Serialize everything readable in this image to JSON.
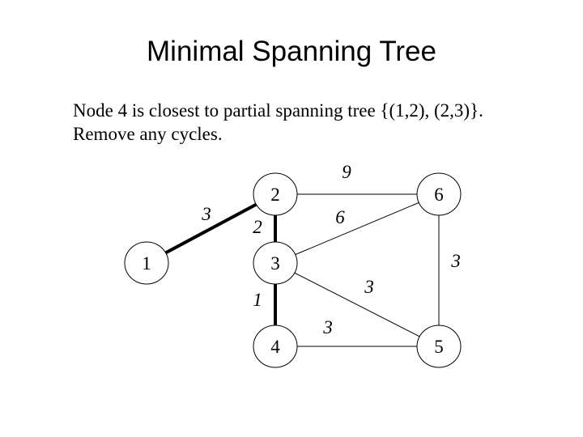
{
  "title": "Minimal Spanning Tree",
  "text": {
    "line1": "Node 4 is closest to partial spanning tree {(1,2), (2,3)}.",
    "line2": "Remove any cycles."
  },
  "graph": {
    "nodes": [
      {
        "id": "1",
        "label": "1"
      },
      {
        "id": "2",
        "label": "2"
      },
      {
        "id": "3",
        "label": "3"
      },
      {
        "id": "4",
        "label": "4"
      },
      {
        "id": "5",
        "label": "5"
      },
      {
        "id": "6",
        "label": "6"
      }
    ],
    "edges": [
      {
        "from": "1",
        "to": "2",
        "weight": "3",
        "highlighted": true
      },
      {
        "from": "2",
        "to": "3",
        "weight": "2",
        "highlighted": true
      },
      {
        "from": "2",
        "to": "6",
        "weight": "9",
        "highlighted": false
      },
      {
        "from": "3",
        "to": "6",
        "weight": "6",
        "highlighted": false
      },
      {
        "from": "3",
        "to": "4",
        "weight": "1",
        "highlighted": true
      },
      {
        "from": "3",
        "to": "5",
        "weight": "3",
        "highlighted": false
      },
      {
        "from": "6",
        "to": "5",
        "weight": "3",
        "highlighted": false
      },
      {
        "from": "4",
        "to": "5",
        "weight": "3",
        "highlighted": false
      }
    ]
  }
}
